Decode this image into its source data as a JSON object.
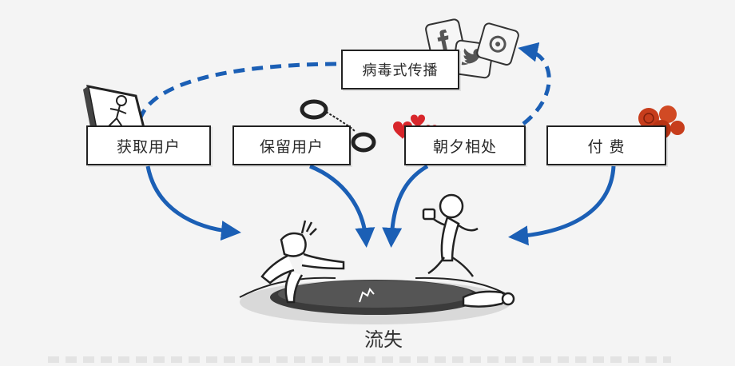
{
  "stages": {
    "acquire": "获取用户",
    "retain": "保留用户",
    "engage": "朝夕相处",
    "pay": "付 费",
    "viral": "病毒式传播"
  },
  "outcome": {
    "churn": "流失"
  },
  "colors": {
    "arrow": "#1b5fb5",
    "box_border": "#222222",
    "heart": "#d8262b",
    "coin": "#c73d1c"
  },
  "icons": [
    "running-person-icon",
    "handcuffs-icon",
    "hearts-icon",
    "coins-icon",
    "facebook-icon",
    "twitter-icon",
    "social-badge-icon",
    "pit-icon",
    "figure-icon"
  ]
}
